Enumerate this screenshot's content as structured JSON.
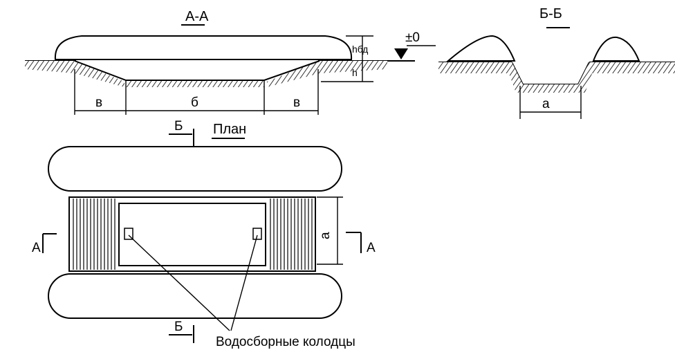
{
  "section_aa": {
    "title": "А-А",
    "label_h": "h",
    "label_hbd": "hбд",
    "label_zero": "±0",
    "label_v_left": "в",
    "label_b": "б",
    "label_v_right": "в"
  },
  "section_bb": {
    "title": "Б-Б",
    "label_a": "а"
  },
  "plan": {
    "title": "План",
    "cut_b_top": "Б",
    "cut_b_bottom": "Б",
    "cut_a_left": "А",
    "cut_a_right": "А",
    "label_a": "а",
    "callout": "Водосборные колодцы"
  }
}
